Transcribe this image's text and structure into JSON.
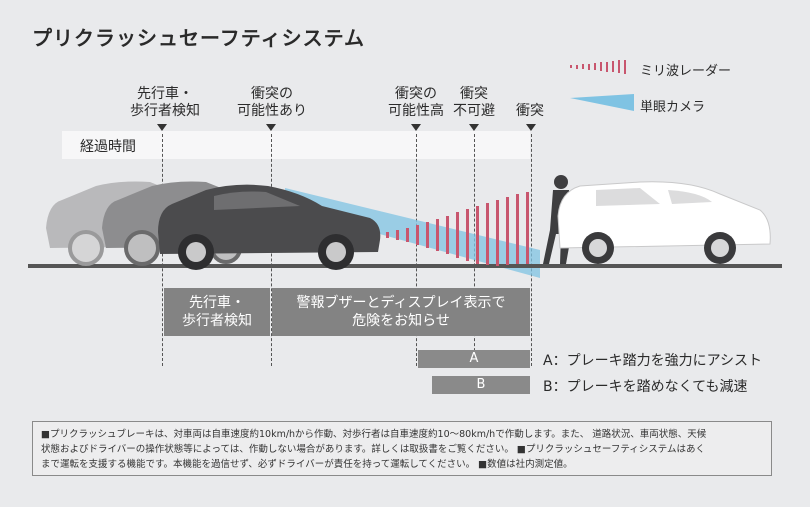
{
  "title": "プリクラッシュセーフティシステム",
  "legend": {
    "radar_label": "ミリ波レーダー",
    "camera_label": "単眼カメラ",
    "radar_color": "#c8566e",
    "camera_color": "#7fc3e3"
  },
  "stages": {
    "detect": [
      "先行車・",
      "歩行者検知"
    ],
    "possible": [
      "衝突の",
      "可能性あり"
    ],
    "high": [
      "衝突の",
      "可能性高"
    ],
    "unavoidable": [
      "衝突",
      "不可避"
    ],
    "collision": "衝突"
  },
  "timeline_label": "経過時間",
  "boxes": {
    "detect": [
      "先行車・",
      "歩行者検知"
    ],
    "alert": [
      "警報ブザーとディスプレイ表示で",
      "危険をお知らせ"
    ]
  },
  "brakes": {
    "a_tag": "A",
    "b_tag": "B",
    "a_text": "A：プレーキ踏力を強力にアシスト",
    "b_text": "B：プレーキを踏めなくても減速"
  },
  "note": {
    "line1": "■プリクラッシュブレーキは、対車両は自車速度約10km/hから作動、対歩行者は自車速度約10〜80km/hで作動します。また、 道路状況、車両状態、天候",
    "line2": "状態およびドライバーの操作状態等によっては、作動しない場合があります。詳しくは取扱書をご覧ください。 ■プリクラッシュセーフティシステムはあく",
    "line3": "まで運転を支援する機能です。本機能を過信せず、必ずドライバーが責任を持って運転してください。 ■数値は社内測定値。"
  }
}
